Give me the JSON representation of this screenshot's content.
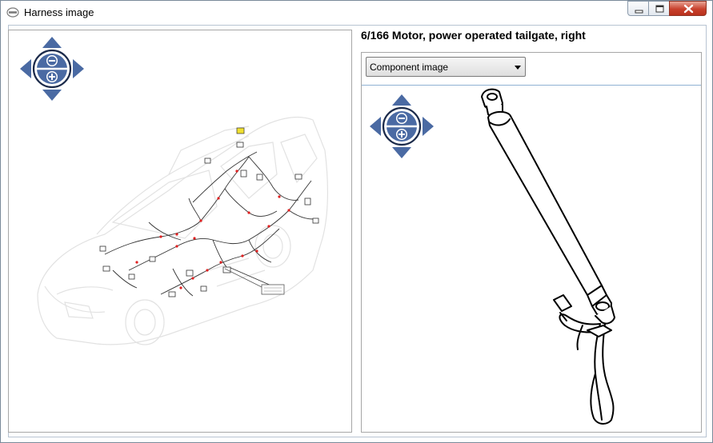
{
  "window": {
    "title": "Harness image",
    "icons": [
      "volvo-logo-icon",
      "minimize-icon",
      "maximize-icon",
      "close-icon"
    ]
  },
  "left_panel": {
    "nav_controls": [
      "pan-up",
      "pan-down",
      "pan-left",
      "pan-right",
      "zoom-out",
      "zoom-in"
    ]
  },
  "right_panel": {
    "title": "6/166 Motor, power operated tailgate, right",
    "view_select": {
      "value": "Component image"
    },
    "nav_controls": [
      "pan-up",
      "pan-down",
      "pan-left",
      "pan-right",
      "zoom-out",
      "zoom-in"
    ]
  },
  "colors": {
    "nav_blue": "#4a6aa3",
    "harness_wire": "#333333",
    "connector_red": "#e02020",
    "highlight_yellow": "#f0e030",
    "close_red": "#c8412d"
  }
}
